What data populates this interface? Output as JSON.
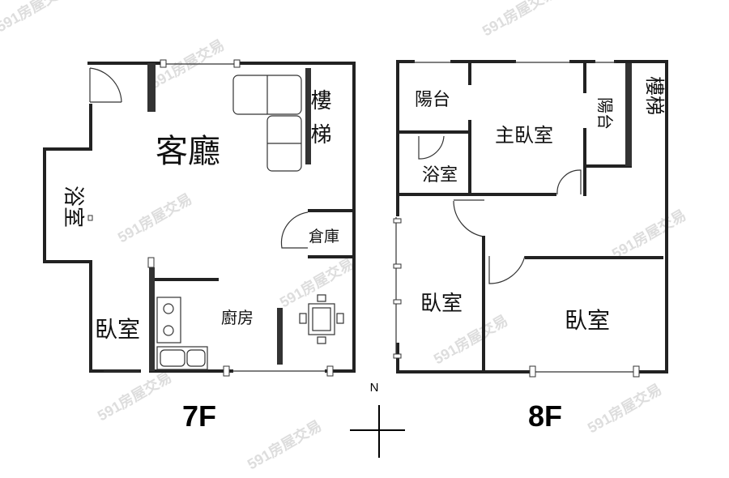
{
  "watermark": "591房屋交易",
  "floors": [
    {
      "label": "7F",
      "rooms": {
        "living_room": "客廳",
        "stairs": "樓梯",
        "bathroom": "浴室",
        "storage": "倉庫",
        "kitchen": "廚房",
        "bedroom": "臥室"
      }
    },
    {
      "label": "8F",
      "rooms": {
        "balcony_1": "陽台",
        "master_bedroom": "主臥室",
        "balcony_2": "陽台",
        "stairs": "樓梯",
        "bathroom": "浴室",
        "bedroom_1": "臥室",
        "bedroom_2": "臥室"
      }
    }
  ],
  "compass": {
    "north_label": "N"
  }
}
